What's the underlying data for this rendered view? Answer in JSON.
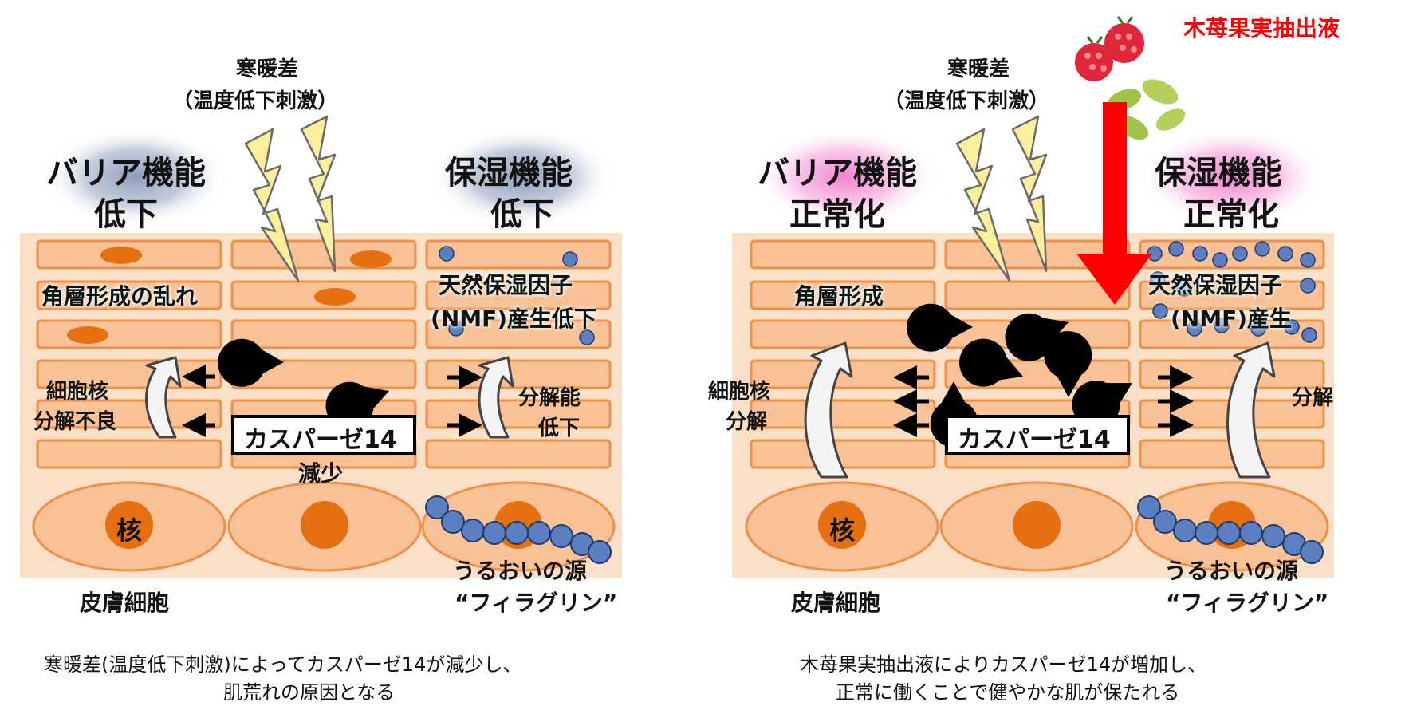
{
  "left_panel": {
    "stimulus_line1": "寒暖差",
    "stimulus_line2": "（温度低下刺激）",
    "barrier_line1": "バリア機能",
    "barrier_line2": "低下",
    "moisture_line1": "保湿機能",
    "moisture_line2": "低下",
    "keratin_label": "角層形成の乱れ",
    "nmf_line1": "天然保湿因子",
    "nmf_line2": "(NMF)産生低下",
    "nucleus_line1": "細胞核",
    "nucleus_line2": "分解不良",
    "decomp_line1": "分解能",
    "decomp_line2": "低下",
    "caspase_label": "カスパーゼ14",
    "decrease_label": "減少",
    "nucleus_char": "核",
    "skin_cell_label": "皮膚細胞",
    "filaggrin_line1": "うるおいの源",
    "filaggrin_line2": "“フィラグリン”",
    "caption_line1": "寒暖差(温度低下刺激)によってカスパーゼ14が減少し、",
    "caption_line2": "肌荒れの原因となる"
  },
  "right_panel": {
    "extract_label": "木苺果実抽出液",
    "stimulus_line1": "寒暖差",
    "stimulus_line2": "（温度低下刺激）",
    "barrier_line1": "バリア機能",
    "barrier_line2": "正常化",
    "moisture_line1": "保湿機能",
    "moisture_line2": "正常化",
    "keratin_label": "角層形成",
    "nmf_line1": "天然保湿因子",
    "nmf_line2": "(NMF)産生",
    "nucleus_line1": "細胞核",
    "nucleus_line2": "分解",
    "decomp_label": "分解",
    "caspase_label": "カスパーゼ14",
    "nucleus_char": "核",
    "skin_cell_label": "皮膚細胞",
    "filaggrin_line1": "うるおいの源",
    "filaggrin_line2": "“フィラグリン”",
    "caption_line1": "木苺果実抽出液によりカスパーゼ14が増加し、",
    "caption_line2": "正常に働くことで健やかな肌が保たれる"
  },
  "colors": {
    "skin_bg": "#fbe0c8",
    "cell_fill": "#f8c196",
    "cell_stroke": "#ee8f4a",
    "nucleus": "#e6700f",
    "filaggrin_bead": "#5b7fc0",
    "lightning": "#fbef9b",
    "extract_arrow": "#ff0000",
    "extract_text": "#ff0000",
    "glow_decline": "#9fb0c8",
    "glow_normal": "#f7a0d8"
  },
  "icons": [
    "lightning-bolt-icon",
    "curved-up-arrow-icon",
    "right-arrow-icon",
    "left-arrow-icon",
    "caspase-pacman-icon",
    "raspberry-icon",
    "down-arrow-icon"
  ]
}
